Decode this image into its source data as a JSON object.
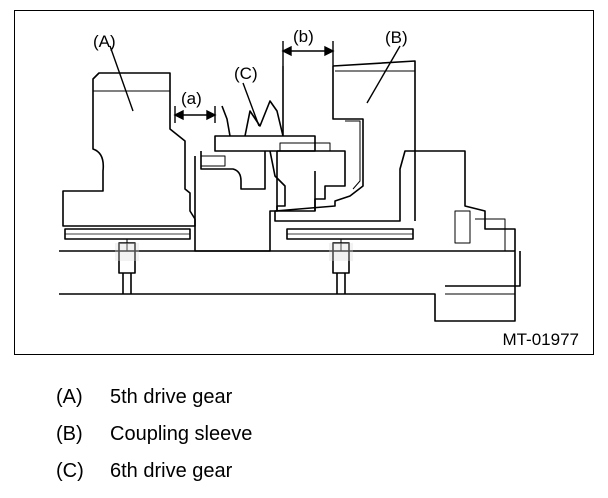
{
  "figure": {
    "callouts": {
      "a": "(A)",
      "b": "(B)",
      "c": "(C)",
      "dim_a": "(a)",
      "dim_b": "(b)"
    },
    "figure_id": "MT-01977"
  },
  "legend": [
    {
      "key": "(A)",
      "text": "5th drive gear"
    },
    {
      "key": "(B)",
      "text": "Coupling sleeve"
    },
    {
      "key": "(C)",
      "text": "6th drive gear"
    }
  ]
}
